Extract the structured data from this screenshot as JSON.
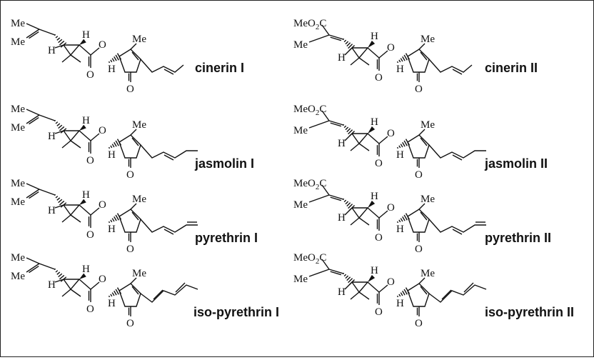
{
  "atoms": {
    "me": "Me",
    "h": "H",
    "o": "O",
    "meo2c_prefix": "MeO",
    "meo2c_sub": "2",
    "meo2c_suffix": "C"
  },
  "compounds": [
    {
      "name": "cinerin I",
      "acid": "I",
      "chain": "butenyl"
    },
    {
      "name": "cinerin II",
      "acid": "II",
      "chain": "butenyl"
    },
    {
      "name": "jasmolin I",
      "acid": "I",
      "chain": "pentenyl"
    },
    {
      "name": "jasmolin II",
      "acid": "II",
      "chain": "pentenyl"
    },
    {
      "name": "pyrethrin I",
      "acid": "I",
      "chain": "pentadienyl"
    },
    {
      "name": "pyrethrin II",
      "acid": "II",
      "chain": "pentadienyl"
    },
    {
      "name": "iso-pyrethrin I",
      "acid": "I",
      "chain": "iso-pentadienyl"
    },
    {
      "name": "iso-pyrethrin II",
      "acid": "II",
      "chain": "iso-pentadienyl"
    }
  ]
}
